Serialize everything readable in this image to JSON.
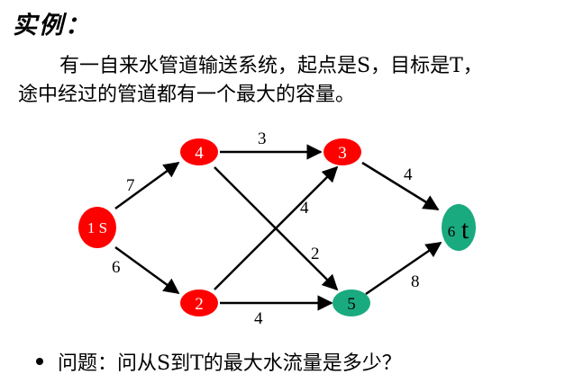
{
  "heading": "实例：",
  "intro": {
    "line1": "有一自来水管道输送系统，起点是S，目标是T，",
    "line2": "途中经过的管道都有一个最大的容量。"
  },
  "network": {
    "nodes": [
      {
        "id": "1",
        "label": "1 S",
        "color": "#ff0000",
        "text_color": "#ffffff"
      },
      {
        "id": "2",
        "label": "2",
        "color": "#ff0000",
        "text_color": "#ffffff"
      },
      {
        "id": "3",
        "label": "3",
        "color": "#ff0000",
        "text_color": "#ffffff"
      },
      {
        "id": "4",
        "label": "4",
        "color": "#ff0000",
        "text_color": "#ffffff"
      },
      {
        "id": "5",
        "label": "5",
        "color": "#1aaa80",
        "text_color": "#000000"
      },
      {
        "id": "6",
        "label_num": "6",
        "label_letter": "t",
        "color": "#1aaa80",
        "text_color": "#000000"
      }
    ],
    "edges": [
      {
        "from": "1",
        "to": "4",
        "capacity": "7"
      },
      {
        "from": "1",
        "to": "2",
        "capacity": "6"
      },
      {
        "from": "4",
        "to": "3",
        "capacity": "3"
      },
      {
        "from": "4",
        "to": "5",
        "capacity": "2"
      },
      {
        "from": "2",
        "to": "3",
        "capacity": "4"
      },
      {
        "from": "2",
        "to": "5",
        "capacity": "4"
      },
      {
        "from": "3",
        "to": "6",
        "capacity": "4"
      },
      {
        "from": "5",
        "to": "6",
        "capacity": "8"
      }
    ]
  },
  "question": "问题：问从S到T的最大水流量是多少？"
}
